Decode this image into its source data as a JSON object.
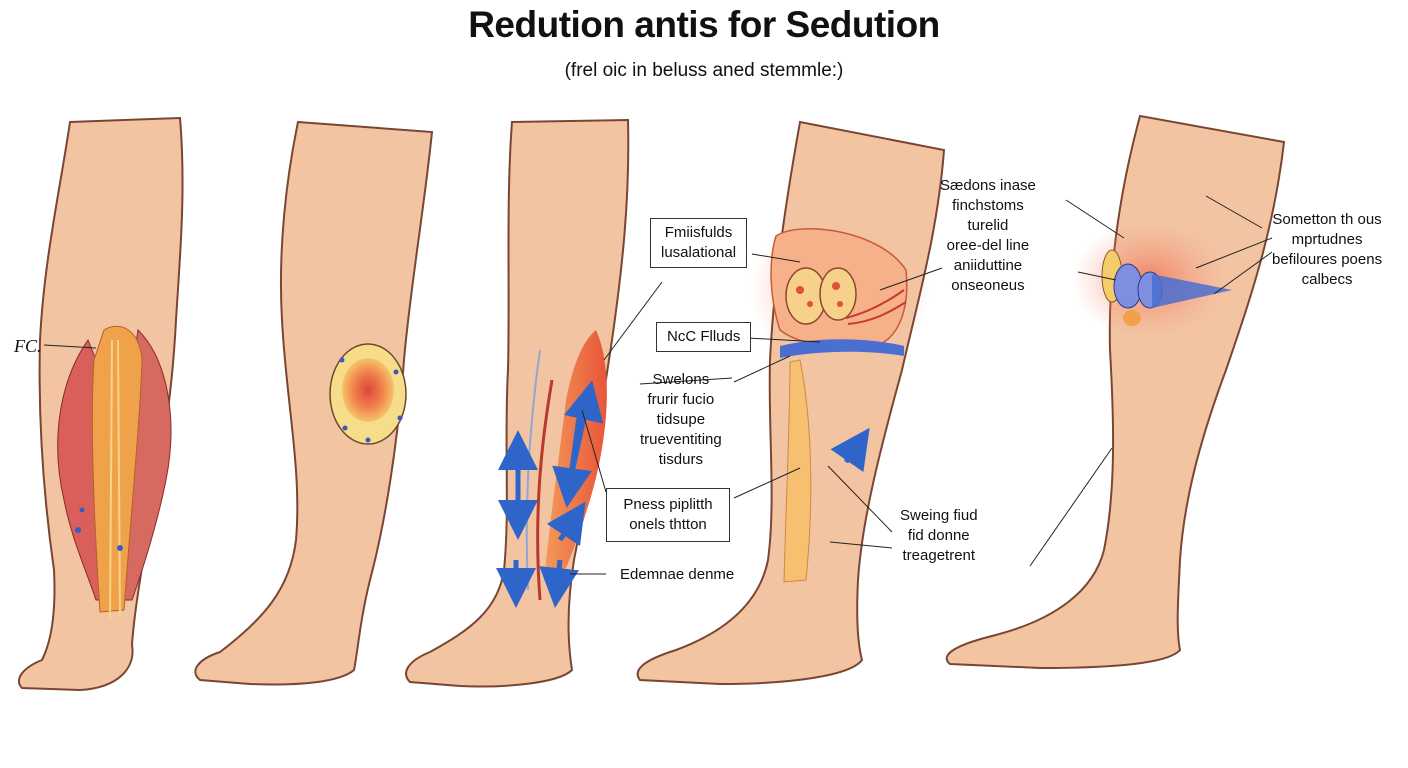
{
  "title": "Redution antis for Sedution",
  "subtitle": "(frel oic in beluss aned stemmle:)",
  "colors": {
    "skin": "#f3c4a2",
    "skin_outline": "#7a4634",
    "muscle_red": "#d9605a",
    "muscle_orange": "#f0a24a",
    "inflammation": "#f06a3a",
    "arrow_blue": "#2f64c8",
    "vein_blue": "#4a6fd0",
    "cyst_blue": "#7f8fe0"
  },
  "panels": [
    {
      "name": "muscle-anatomy-leg",
      "labels": [
        {
          "text": "FC."
        }
      ]
    },
    {
      "name": "skin-lesion-leg",
      "labels": []
    },
    {
      "name": "fluid-arrows-leg",
      "labels": [
        {
          "lines": [
            "Fmiisfulds",
            "lusalational"
          ]
        },
        {
          "lines": [
            "NcC Flluds"
          ]
        },
        {
          "lines": [
            "Swelons",
            "frurir fucio",
            "tidsupe",
            "trueventiting",
            "tisdurs"
          ]
        },
        {
          "lines": [
            "Pness piplitth",
            "onels thtton"
          ]
        },
        {
          "lines": [
            "Edemnae denme"
          ]
        }
      ]
    },
    {
      "name": "knee-joint-leg",
      "labels": [
        {
          "lines": [
            "Sædons inase",
            "finchstoms",
            "turelid",
            "oree-del line",
            "aniiduttine",
            "onseoneus"
          ]
        },
        {
          "lines": [
            "Sweing fiud",
            "fid donne",
            "treagetrent"
          ]
        }
      ]
    },
    {
      "name": "knee-cyst-leg",
      "labels": [
        {
          "lines": [
            "Sometton th ous",
            "mprtudnes",
            "befiloures poens",
            "calbecs"
          ]
        }
      ]
    }
  ]
}
